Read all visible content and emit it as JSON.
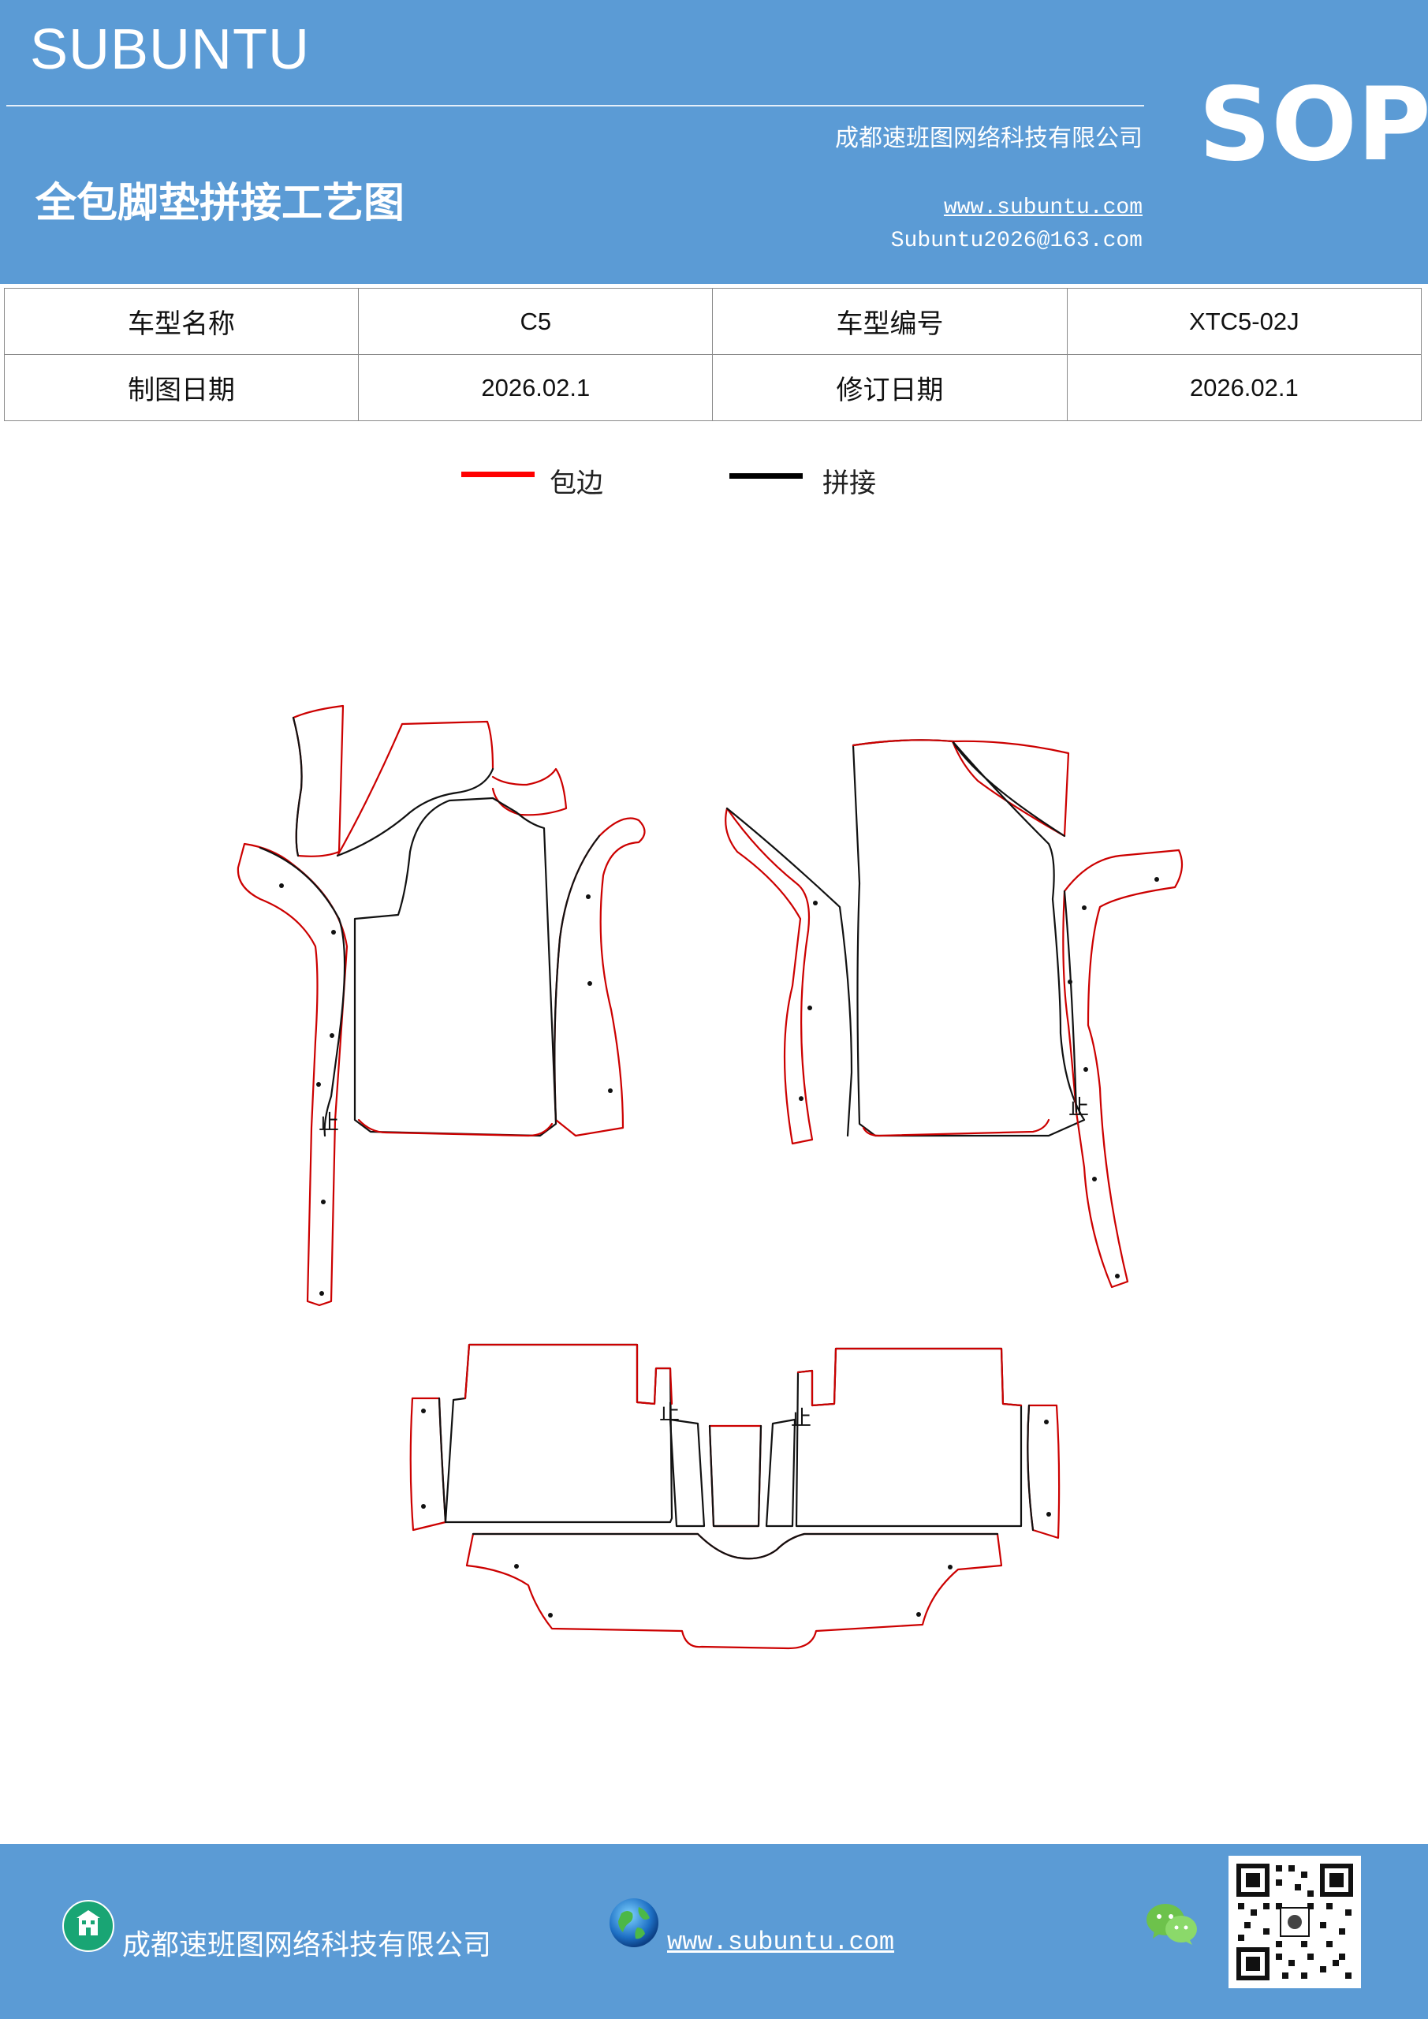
{
  "header": {
    "brand": "SUBUNTU",
    "company": "成都速班图网络科技有限公司",
    "title": "全包脚垫拼接工艺图",
    "website": "www.subuntu.com",
    "email": "Subuntu2026@163.com",
    "badge": "SOP",
    "background_color": "#5b9bd5"
  },
  "info_table": {
    "rows": [
      {
        "label1": "车型名称",
        "value1": "C5",
        "label2": "车型编号",
        "value2": "XTC5-02J"
      },
      {
        "label1": "制图日期",
        "value1": "2026.02.1",
        "label2": "修订日期",
        "value2": "2026.02.1"
      }
    ]
  },
  "legend": {
    "items": [
      {
        "label": "包边",
        "color": "#ff0000"
      },
      {
        "label": "拼接",
        "color": "#000000"
      }
    ]
  },
  "drawing": {
    "marks": [
      "止",
      "止",
      "止",
      "止"
    ],
    "edge_color": "#cc0000",
    "seam_color": "#111111"
  },
  "footer": {
    "company": "成都速班图网络科技有限公司",
    "website": "www.subuntu.com ",
    "icons": [
      "building-icon",
      "globe-icon",
      "wechat-icon",
      "qr-code"
    ]
  }
}
